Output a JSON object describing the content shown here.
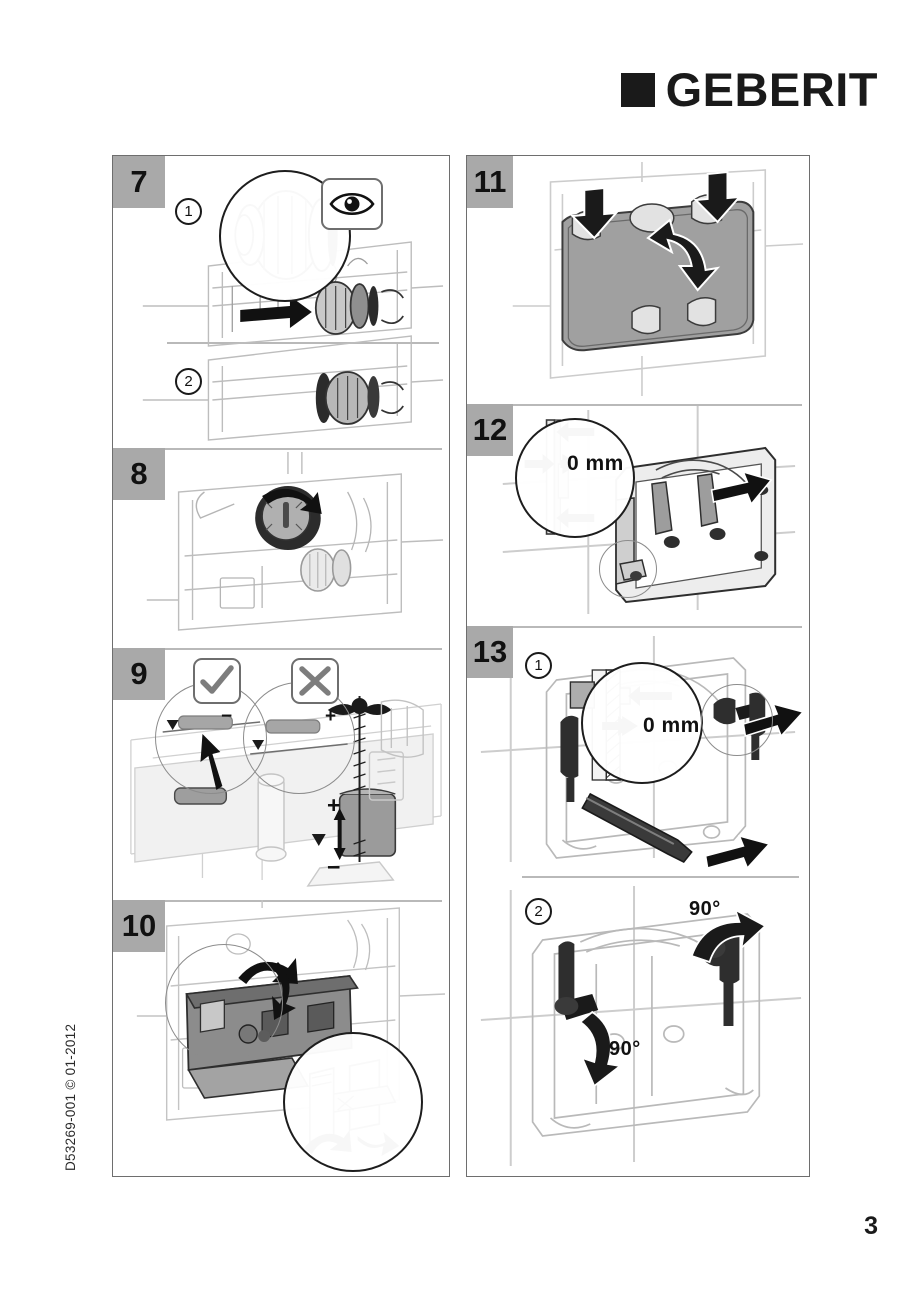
{
  "brand": {
    "name": "GEBERIT",
    "mark": "square-mark",
    "mark_color": "#1a1a1a"
  },
  "document": {
    "code": "D53269-001 © 01-2012",
    "page_number": "3"
  },
  "colors": {
    "badge_bg": "#a9a9a9",
    "panel_border": "#6e6e6e",
    "divider": "#b9b9b9",
    "ink": "#1a1a1a",
    "part_fill": "#9a9a9a"
  },
  "columns": [
    {
      "id": "left-column",
      "panels": [
        {
          "number": "7",
          "substeps": [
            "1",
            "2"
          ],
          "icons": [
            "eye-icon"
          ],
          "labels": [],
          "detail_circles": 1,
          "description": "Push flush valve connector onto pipe, visual check"
        },
        {
          "number": "8",
          "substeps": [],
          "icons": [
            "rotate-arrow-icon"
          ],
          "labels": [],
          "detail_circles": 0,
          "description": "Turn shut-off valve knob"
        },
        {
          "number": "9",
          "substeps": [],
          "icons": [
            "check-icon",
            "cross-icon"
          ],
          "labels": [
            "+",
            "−"
          ],
          "detail_circles": 2,
          "description": "Set water level, correct and incorrect marker positions"
        },
        {
          "number": "10",
          "substeps": [],
          "icons": [
            "arrow-icon"
          ],
          "labels": [],
          "detail_circles": 2,
          "description": "Fit actuator housing and clip into place"
        }
      ]
    },
    {
      "id": "right-column",
      "panels": [
        {
          "number": "11",
          "substeps": [],
          "icons": [
            "down-arrow-icon",
            "curved-arrow-icon"
          ],
          "labels": [],
          "detail_circles": 0,
          "description": "Press protective cover onto frame"
        },
        {
          "number": "12",
          "substeps": [],
          "icons": [
            "left-arrow-icon",
            "push-arrow-icon"
          ],
          "labels": [
            "0 mm"
          ],
          "detail_circles": 2,
          "description": "Align mounting frame flush with finished wall, 0 mm gap"
        },
        {
          "number": "13",
          "substeps": [
            "1",
            "2"
          ],
          "icons": [
            "left-arrow-icon",
            "rotate-arrow-icon"
          ],
          "labels": [
            "0 mm",
            "90°",
            "90°"
          ],
          "detail_circles": 2,
          "description": "Insert actuator rods to 0 mm and rotate retainers 90°"
        }
      ]
    }
  ],
  "panel_labels": {
    "zero_mm": "0 mm",
    "ninety_deg": "90°",
    "plus": "+",
    "minus": "−"
  }
}
